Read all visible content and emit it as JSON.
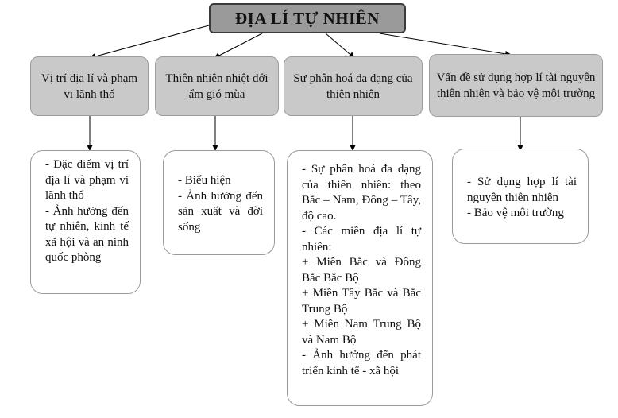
{
  "title": "ĐỊA LÍ TỰ NHIÊN",
  "categories": [
    {
      "label": "Vị trí địa lí và phạm vi lãnh thổ",
      "details": [
        "- Đặc điểm vị trí địa lí và phạm vi lãnh thổ",
        "- Ảnh hưởng đến tự nhiên, kinh tế xã hội và an ninh quốc phòng"
      ]
    },
    {
      "label": "Thiên nhiên nhiệt đới ẩm gió mùa",
      "details": [
        "- Biểu hiện",
        "- Ảnh hưởng đến sản xuất và đời sống"
      ]
    },
    {
      "label": "Sự phân hoá đa dạng của thiên nhiên",
      "details": [
        "- Sự phân hoá đa dạng của thiên nhiên: theo Bắc – Nam, Đông – Tây, độ cao.",
        "- Các miền địa lí tự nhiên:",
        "+ Miền Bắc và Đông Bắc Bắc Bộ",
        "+ Miền Tây Bắc và Bắc Trung Bộ",
        "+ Miền Nam Trung Bộ và Nam Bộ",
        "- Ảnh hưởng đến phát triển kinh tế - xã hội"
      ]
    },
    {
      "label": "Vấn đề sử dụng hợp lí tài nguyên thiên nhiên và bảo vệ môi trường",
      "details": [
        "- Sử dụng hợp lí tài nguyên thiên nhiên",
        "- Bảo vệ môi trường"
      ]
    }
  ]
}
